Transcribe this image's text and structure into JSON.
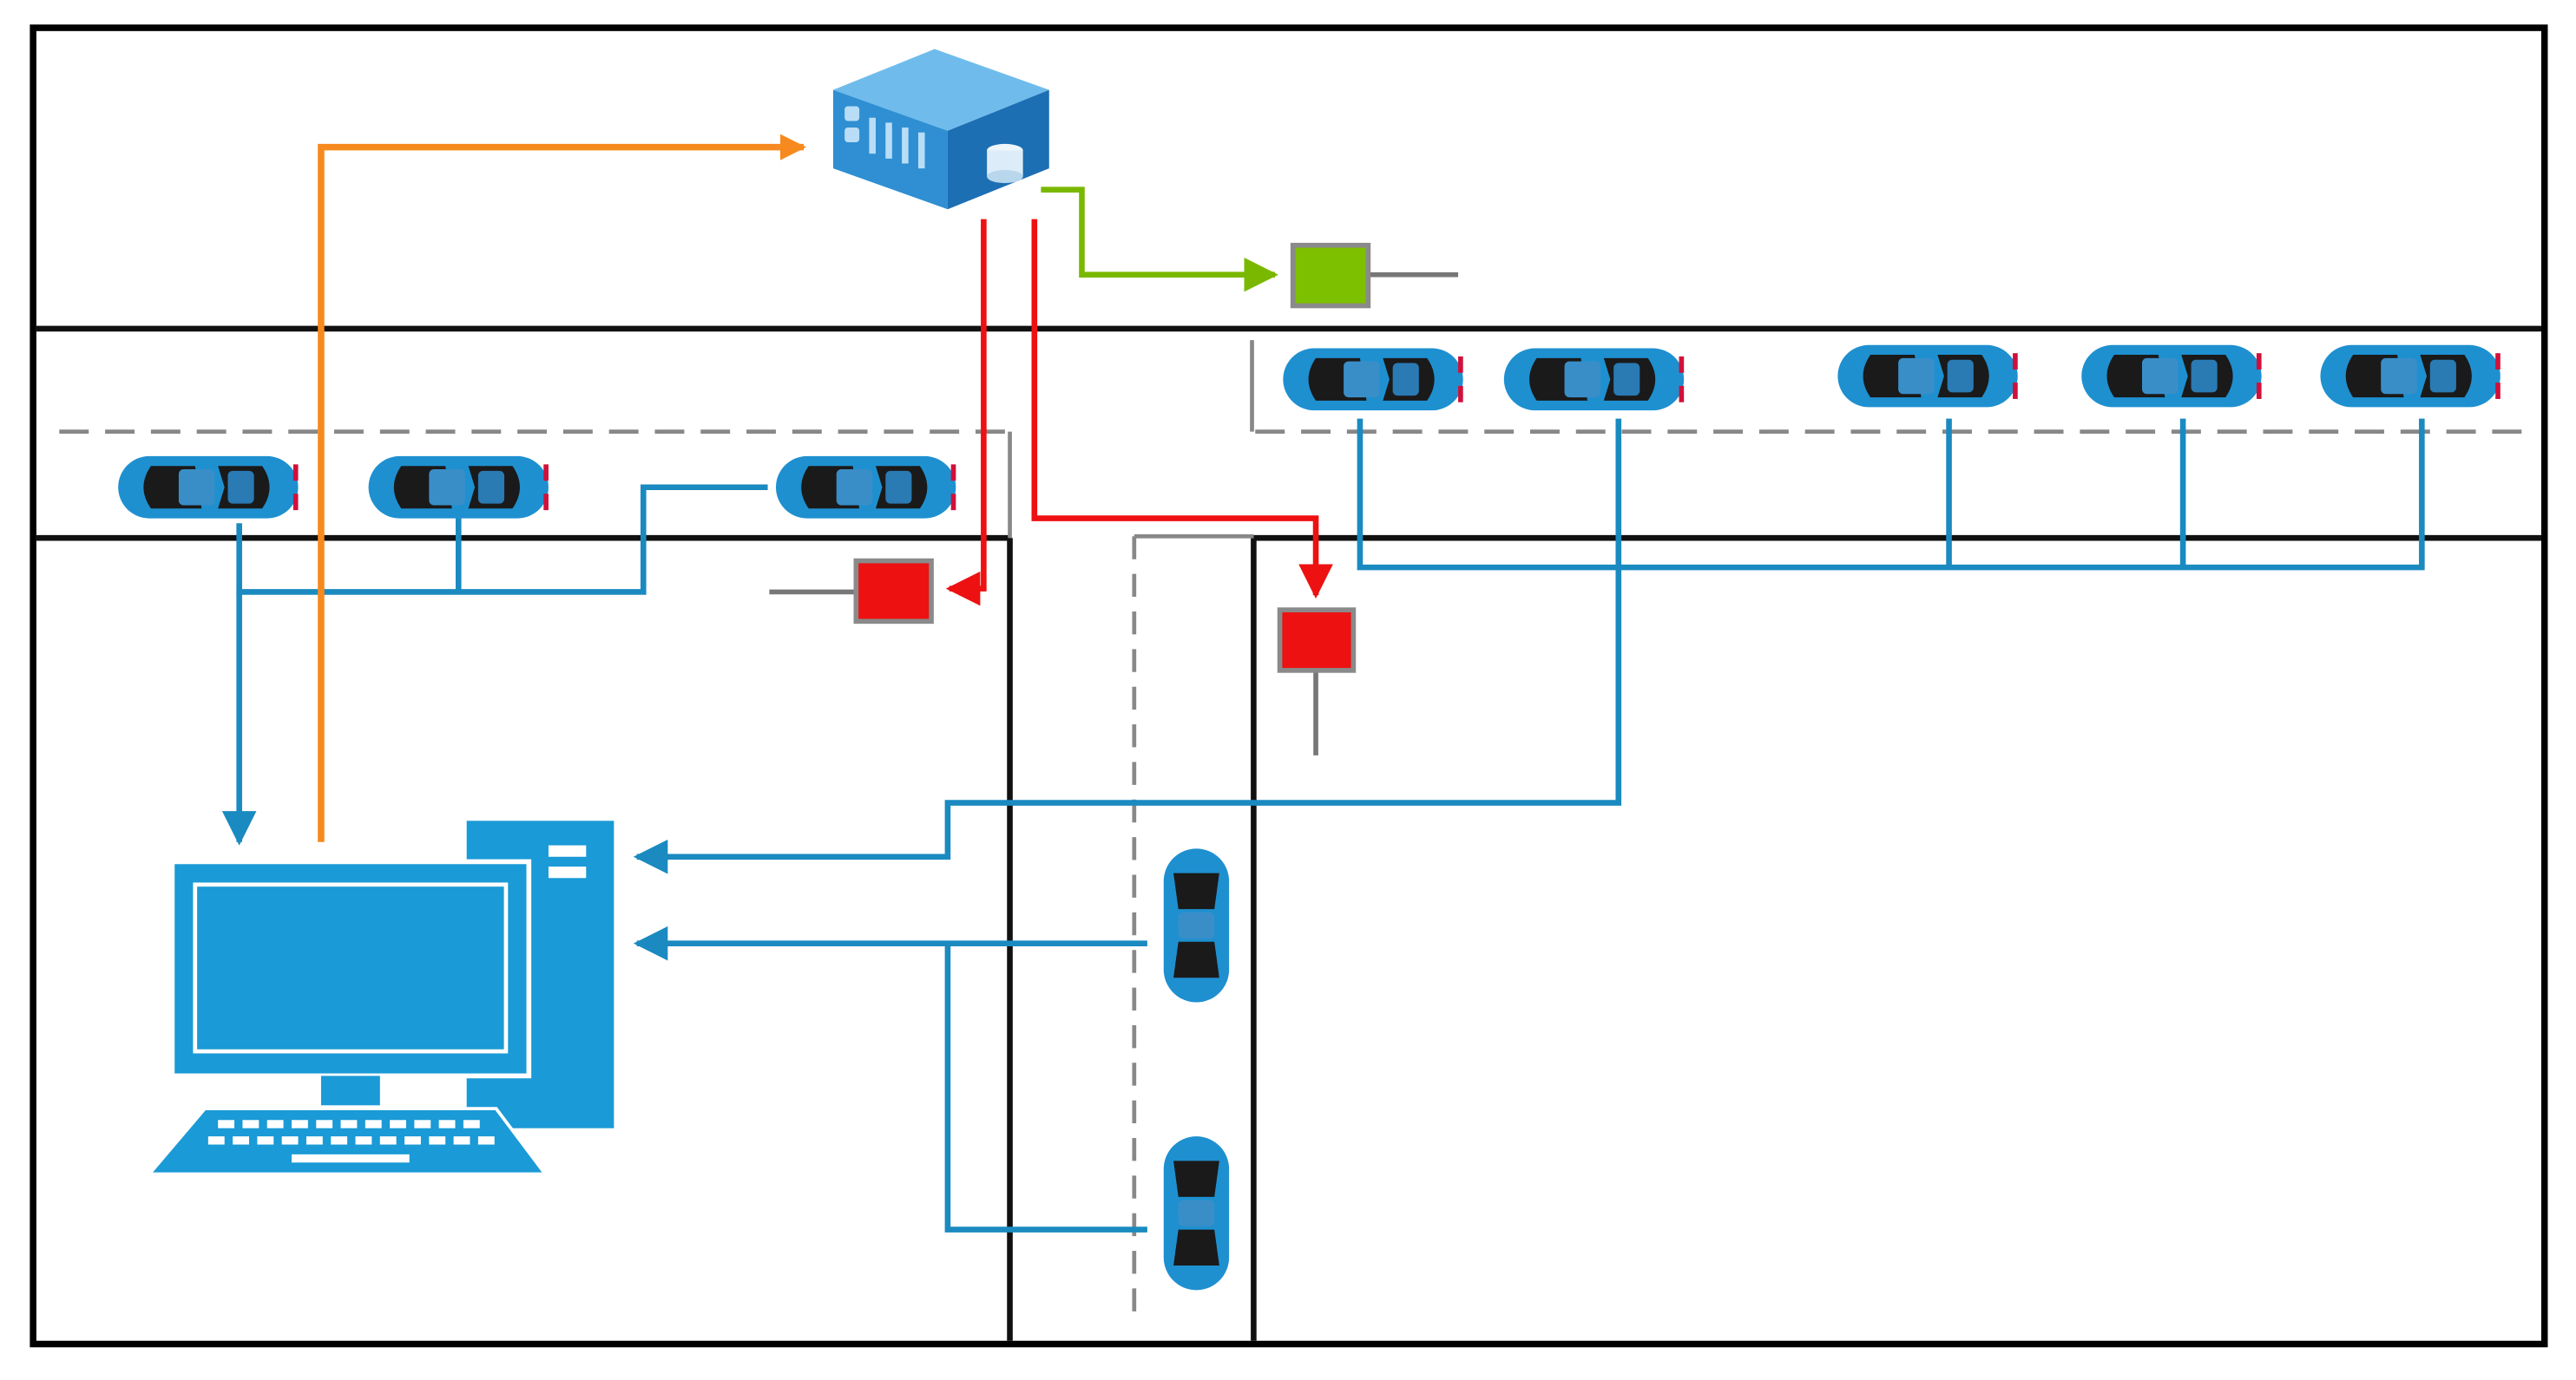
{
  "colors": {
    "frame": "#000000",
    "road": "#111111",
    "lane_divider": "#888888",
    "vehicle_body": "#1e90d0",
    "vehicle_glass": "#1a1a1a",
    "vehicle_tail": "#d0103a",
    "vehicle_link": "#1a8ac0",
    "computer": "#1a9ad6",
    "server": "#3a9ad8",
    "computer_to_server": "#f68a1e",
    "server_to_red_signal": "#ee1111",
    "server_to_green_signal": "#7ab800",
    "signal_red": "#ee1111",
    "signal_green": "#7dc000",
    "signal_border": "#8a8a8a"
  },
  "icons": {
    "server": "rack-server-icon",
    "computer": "desktop-computer-icon",
    "vehicle": "car-icon",
    "signal": "traffic-signal-icon"
  },
  "signals": [
    {
      "id": "red-signal-west",
      "state": "red"
    },
    {
      "id": "red-signal-south",
      "state": "red"
    },
    {
      "id": "green-signal-east",
      "state": "green"
    }
  ]
}
